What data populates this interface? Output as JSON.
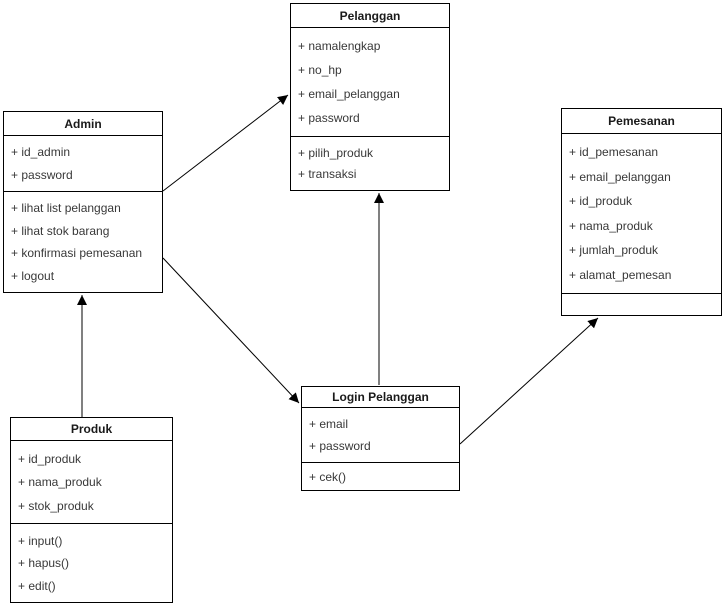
{
  "diagram": {
    "type": "uml-class-diagram",
    "classes": {
      "pelanggan": {
        "title": "Pelanggan",
        "attributes": [
          "+ namalengkap",
          "+ no_hp",
          "+ email_pelanggan",
          "+ password"
        ],
        "methods": [
          "+ pilih_produk",
          "+ transaksi"
        ]
      },
      "admin": {
        "title": "Admin",
        "attributes": [
          "+ id_admin",
          "+ password"
        ],
        "methods": [
          "+ lihat list pelanggan",
          "+ lihat stok barang",
          "+ konfirmasi pemesanan",
          "+ logout"
        ]
      },
      "pemesanan": {
        "title": "Pemesanan",
        "attributes": [
          "+ id_pemesanan",
          "+ email_pelanggan",
          "+ id_produk",
          "+ nama_produk",
          "+ jumlah_produk",
          "+ alamat_pemesan"
        ],
        "methods": []
      },
      "login_pelanggan": {
        "title": "Login Pelanggan",
        "attributes": [
          "+ email",
          "+ password"
        ],
        "methods": [
          "+ cek()"
        ]
      },
      "produk": {
        "title": "Produk",
        "attributes": [
          "+ id_produk",
          "+ nama_produk",
          "+ stok_produk"
        ],
        "methods": [
          "+ input()",
          "+ hapus()",
          "+ edit()"
        ]
      }
    },
    "connectors": [
      {
        "from": "Admin",
        "to": "Pelanggan",
        "arrow": "filled-arrowhead"
      },
      {
        "from": "Admin",
        "to": "Login Pelanggan",
        "arrow": "filled-arrowhead"
      },
      {
        "from": "Login Pelanggan",
        "to": "Pelanggan",
        "arrow": "filled-arrowhead"
      },
      {
        "from": "Login Pelanggan",
        "to": "Pemesanan",
        "arrow": "filled-arrowhead"
      },
      {
        "from": "Produk",
        "to": "Admin",
        "arrow": "filled-arrowhead"
      }
    ]
  },
  "colors": {
    "background": "#ffffff",
    "box_fill": "#ffffff",
    "border": "#000000",
    "title_text": "#1a1a1a",
    "body_text": "#383838",
    "connector": "#000000"
  }
}
